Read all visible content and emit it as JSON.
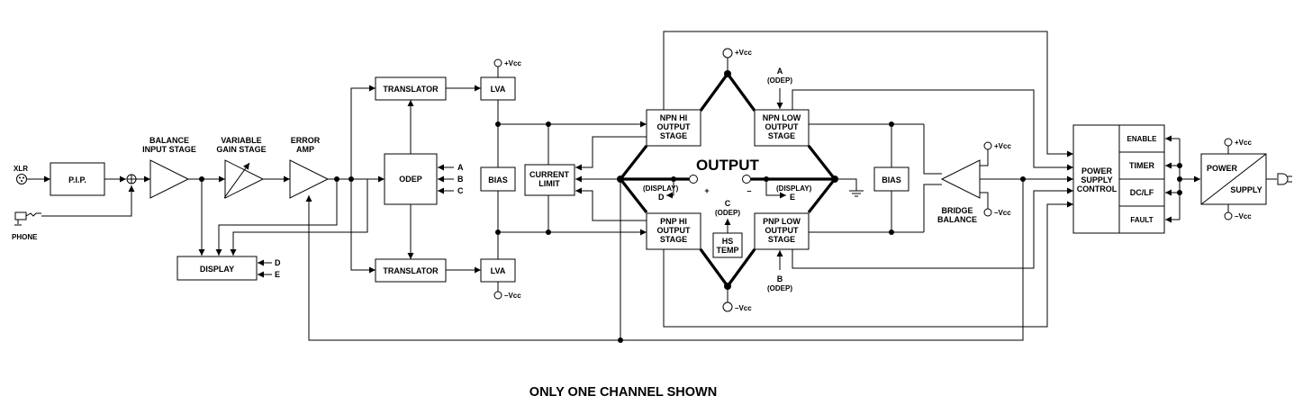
{
  "labels": {
    "xlr": "XLR",
    "phone": "PHONE",
    "pip": "P.I.P.",
    "balance_1": "BALANCE",
    "balance_2": "INPUT STAGE",
    "variable_1": "VARIABLE",
    "variable_2": "GAIN STAGE",
    "error_1": "ERROR",
    "error_2": "AMP",
    "display": "DISPLAY",
    "display_d": "D",
    "display_e": "E",
    "translator_top": "TRANSLATOR",
    "translator_bottom": "TRANSLATOR",
    "odep": "ODEP",
    "odep_a": "A",
    "odep_b": "B",
    "odep_c": "C",
    "lva_top": "LVA",
    "lva_bottom": "LVA",
    "bias_left": "BIAS",
    "bias_right": "BIAS",
    "vcc_pos": "+Vcc",
    "vcc_neg": "–Vcc",
    "current_1": "CURRENT",
    "current_2": "LIMIT",
    "npn_hi_1": "NPN HI",
    "npn_hi_2": "OUTPUT",
    "npn_hi_3": "STAGE",
    "npn_low_1": "NPN LOW",
    "npn_low_2": "OUTPUT",
    "npn_low_3": "STAGE",
    "pnp_hi_1": "PNP HI",
    "pnp_hi_2": "OUTPUT",
    "pnp_hi_3": "STAGE",
    "pnp_low_1": "PNP LOW",
    "pnp_low_2": "OUTPUT",
    "pnp_low_3": "STAGE",
    "output": "OUTPUT",
    "display_paren": "(DISPLAY)",
    "letter_d": "D",
    "letter_e": "E",
    "letter_a": "A",
    "letter_b": "B",
    "letter_c": "C",
    "odep_paren": "(ODEP)",
    "plus": "+",
    "minus": "–",
    "hs_1": "HS",
    "hs_2": "TEMP",
    "bridge_1": "BRIDGE",
    "bridge_2": "BALANCE",
    "ps_1": "POWER",
    "ps_2": "SUPPLY",
    "ps_3": "CONTROL",
    "enable": "ENABLE",
    "timer": "TIMER",
    "dclf": "DC/LF",
    "fault": "FAULT",
    "power": "POWER",
    "supply": "SUPPLY",
    "caption": "ONLY ONE CHANNEL SHOWN"
  }
}
